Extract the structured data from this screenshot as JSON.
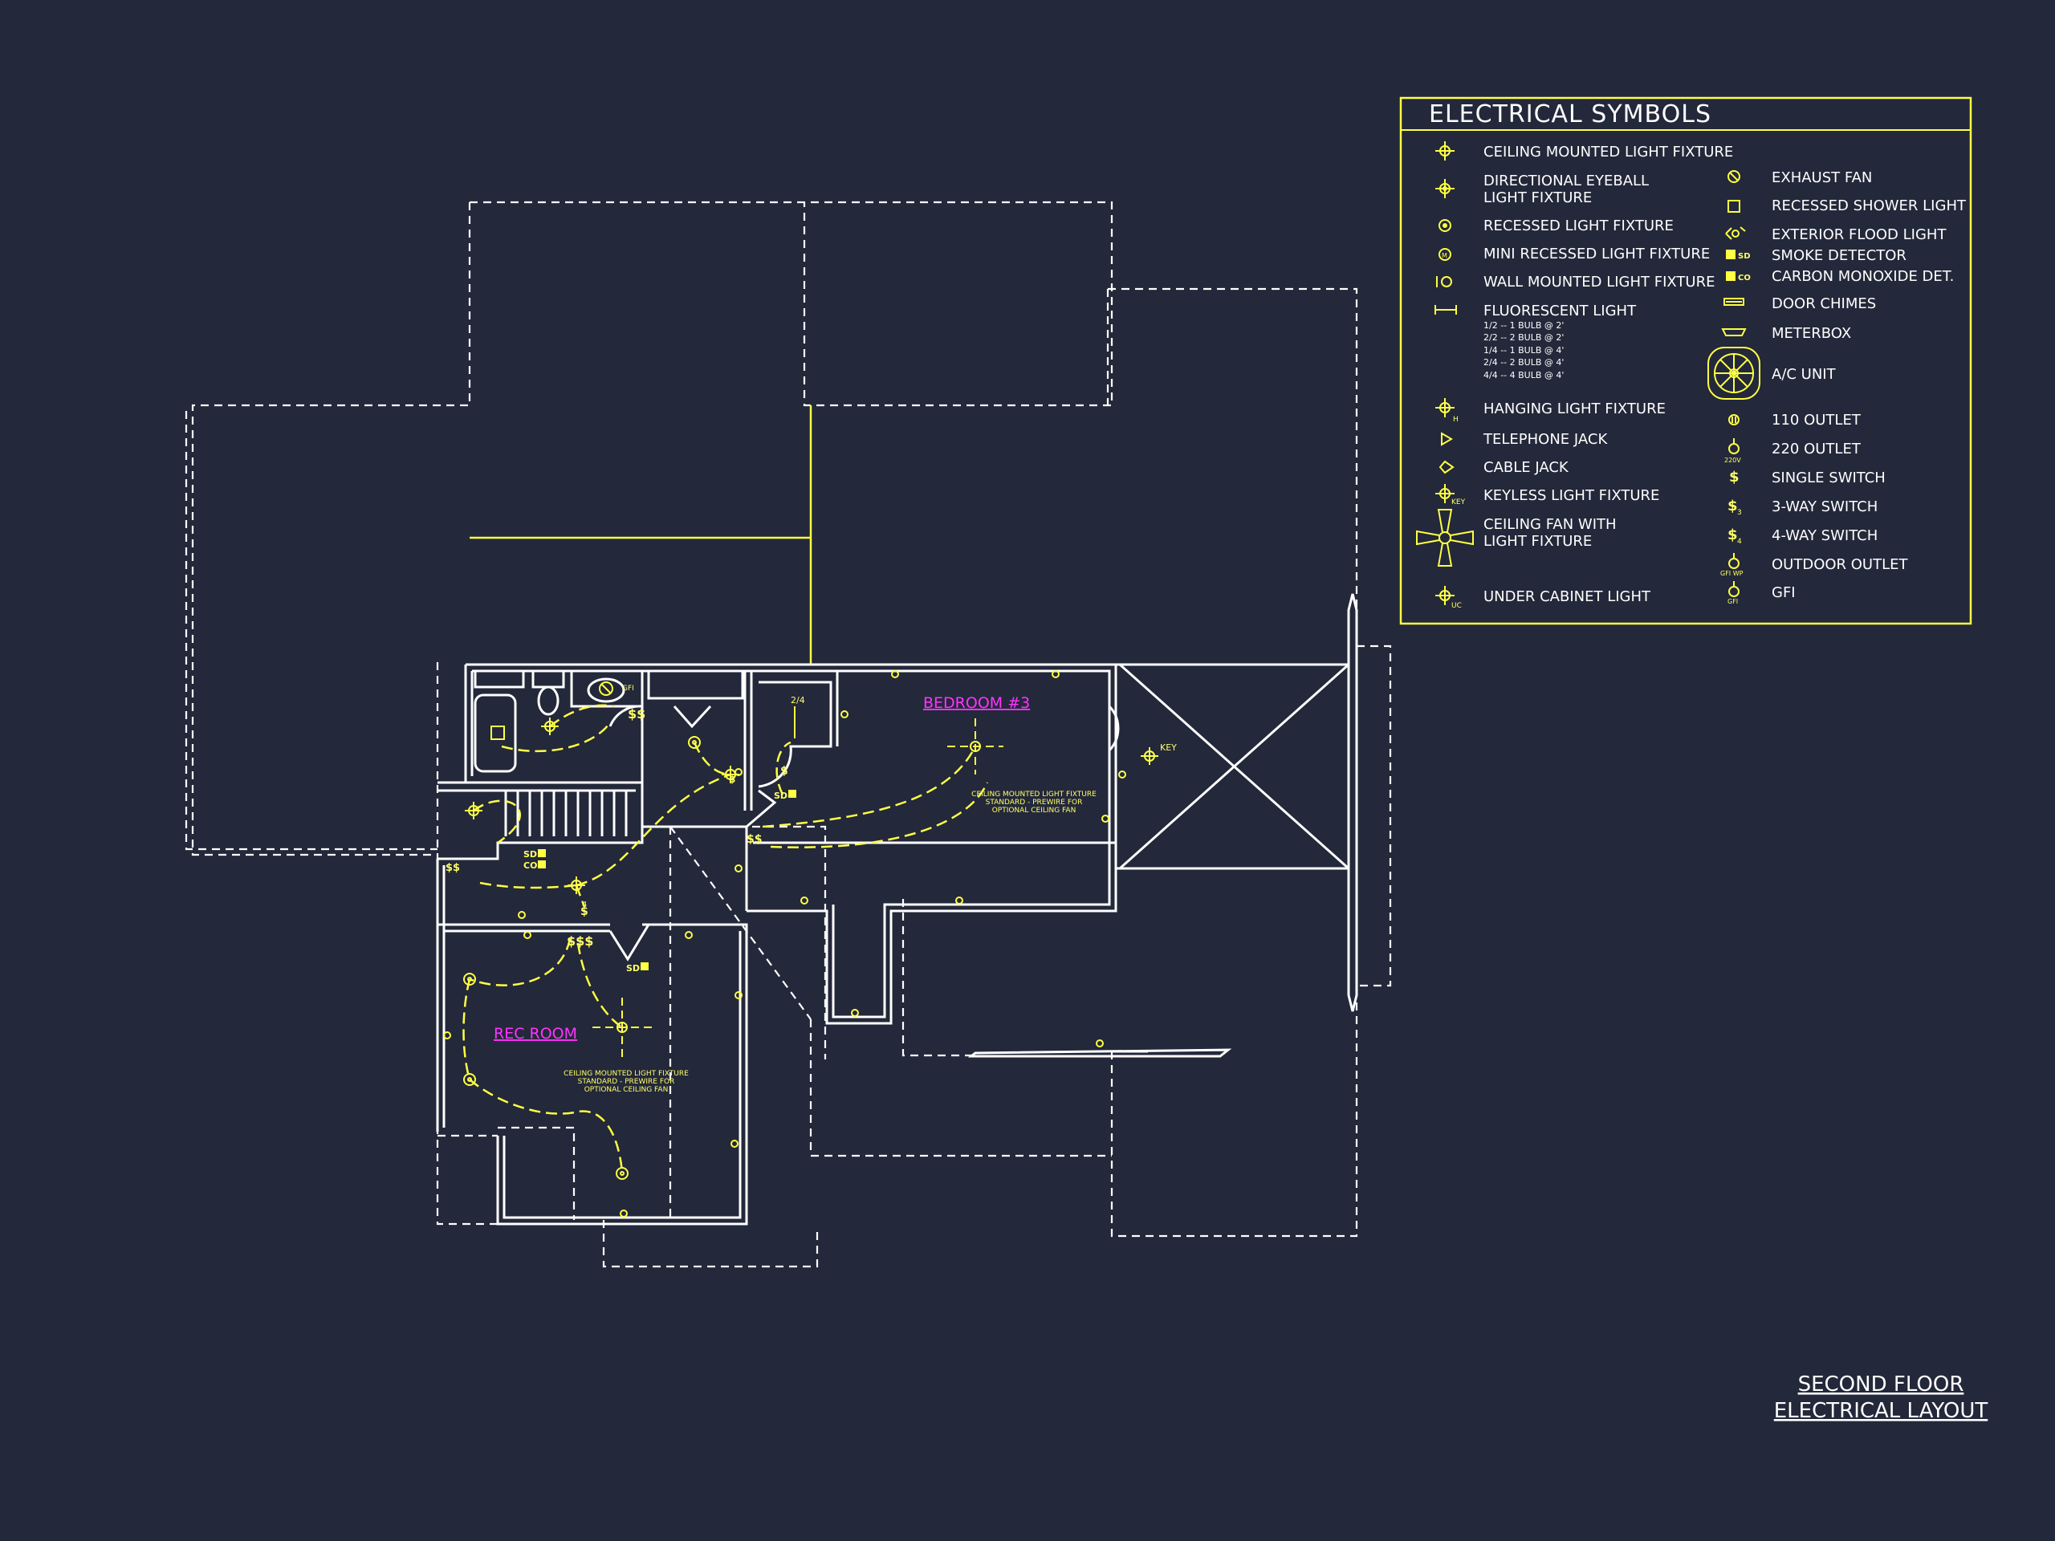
{
  "legend": {
    "title": "ELECTRICAL SYMBOLS",
    "left": [
      {
        "icon": "ceiling-light-icon",
        "label": "CEILING MOUNTED LIGHT FIXTURE"
      },
      {
        "icon": "eyeball-light-icon",
        "label": "DIRECTIONAL EYEBALL",
        "label2": "LIGHT FIXTURE"
      },
      {
        "icon": "recessed-light-icon",
        "label": "RECESSED LIGHT FIXTURE"
      },
      {
        "icon": "mini-recessed-light-icon",
        "label": "MINI RECESSED LIGHT FIXTURE"
      },
      {
        "icon": "wall-light-icon",
        "label": "WALL MOUNTED LIGHT FIXTURE"
      },
      {
        "icon": "fluorescent-light-icon",
        "label": "FLUORESCENT LIGHT"
      },
      {
        "icon": "hanging-light-icon",
        "label": "HANGING LIGHT FIXTURE"
      },
      {
        "icon": "telephone-jack-icon",
        "label": "TELEPHONE JACK"
      },
      {
        "icon": "cable-jack-icon",
        "label": "CABLE JACK"
      },
      {
        "icon": "keyless-light-icon",
        "label": "KEYLESS LIGHT FIXTURE"
      },
      {
        "icon": "ceiling-fan-icon",
        "label": "CEILING FAN WITH",
        "label2": "LIGHT FIXTURE"
      },
      {
        "icon": "under-cabinet-light-icon",
        "label": "UNDER CABINET LIGHT"
      }
    ],
    "fluorescent_notes": [
      "1/2 -- 1 BULB @ 2'",
      "2/2 -- 2 BULB @ 2'",
      "1/4 -- 1 BULB @ 4'",
      "2/4 -- 2 BULB @ 4'",
      "4/4 -- 4 BULB @ 4'"
    ],
    "right": [
      {
        "icon": "exhaust-fan-icon",
        "label": "EXHAUST FAN"
      },
      {
        "icon": "shower-light-icon",
        "label": "RECESSED SHOWER LIGHT"
      },
      {
        "icon": "flood-light-icon",
        "label": "EXTERIOR FLOOD LIGHT"
      },
      {
        "icon": "smoke-detector-icon",
        "label": "SMOKE DETECTOR"
      },
      {
        "icon": "co-detector-icon",
        "label": "CARBON MONOXIDE DET."
      },
      {
        "icon": "door-chimes-icon",
        "label": "DOOR CHIMES"
      },
      {
        "icon": "meterbox-icon",
        "label": "METERBOX"
      },
      {
        "icon": "ac-unit-icon",
        "label": "A/C UNIT"
      },
      {
        "icon": "outlet-110-icon",
        "label": "110 OUTLET"
      },
      {
        "icon": "outlet-220-icon",
        "label": "220 OUTLET"
      },
      {
        "icon": "single-switch-icon",
        "label": "SINGLE SWITCH"
      },
      {
        "icon": "three-way-switch-icon",
        "label": "3-WAY SWITCH"
      },
      {
        "icon": "four-way-switch-icon",
        "label": "4-WAY SWITCH"
      },
      {
        "icon": "outdoor-outlet-icon",
        "label": "OUTDOOR OUTLET"
      },
      {
        "icon": "gfi-icon",
        "label": "GFI"
      }
    ],
    "abbr": {
      "h": "H",
      "key": "KEY",
      "uc": "UC",
      "sd": "SD",
      "co": "CO",
      "v220": "220V",
      "gfiwp": "GFI WP",
      "gfi": "GFI"
    }
  },
  "rooms": {
    "bedroom": "BEDROOM #3",
    "rec_room": "REC ROOM"
  },
  "notes": {
    "fan_note_1": "CEILING MOUNTED LIGHT FIXTURE",
    "fan_note_2": "STANDARD - PREWIRE FOR",
    "fan_note_3": "OPTIONAL CEILING FAN",
    "rec_note_1": "CEILING MOUNTED LIGHT FIXTURE",
    "rec_note_2": "STANDARD - PREWIRE FOR",
    "rec_note_3": "OPTIONAL CEILING FAN",
    "key": "KEY",
    "sd": "SD",
    "co": "CO",
    "gfi": "GFI",
    "fluor_tag": "2/4",
    "sw3": "3",
    "sw4": "4"
  },
  "title_block": {
    "line1": "SECOND FLOOR",
    "line2": "ELECTRICAL LAYOUT"
  },
  "colors": {
    "background": "#23283a",
    "symbols": "#ffff44",
    "walls": "#ffffff",
    "room_labels": "#ff33ff"
  }
}
